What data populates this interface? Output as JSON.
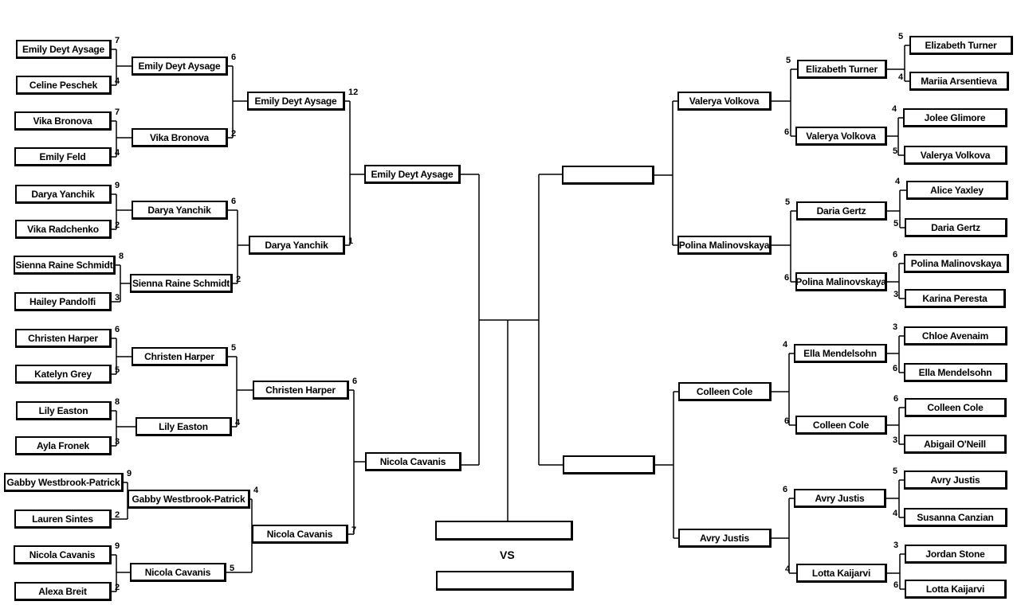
{
  "bracket": {
    "left": {
      "round1": [
        {
          "name": "Emily Deyt Aysage",
          "score": "7"
        },
        {
          "name": "Celine Peschek",
          "score": "4"
        },
        {
          "name": "Vika Bronova",
          "score": "7"
        },
        {
          "name": "Emily Feld",
          "score": "4"
        },
        {
          "name": "Darya Yanchik",
          "score": "9"
        },
        {
          "name": "Vika Radchenko",
          "score": "2"
        },
        {
          "name": "Sienna Raine Schmidt",
          "score": "8"
        },
        {
          "name": "Hailey Pandolfi",
          "score": "3"
        },
        {
          "name": "Christen Harper",
          "score": "6"
        },
        {
          "name": "Katelyn Grey",
          "score": "5"
        },
        {
          "name": "Lily Easton",
          "score": "8"
        },
        {
          "name": "Ayla Fronek",
          "score": "3"
        },
        {
          "name": "Gabby Westbrook-Patrick",
          "score": "9"
        },
        {
          "name": "Lauren Sintes",
          "score": "2"
        },
        {
          "name": "Nicola Cavanis",
          "score": "9"
        },
        {
          "name": "Alexa Breit",
          "score": "2"
        }
      ],
      "round2": [
        {
          "name": "Emily Deyt Aysage",
          "score": "6"
        },
        {
          "name": "Vika Bronova",
          "score": "2"
        },
        {
          "name": "Darya Yanchik",
          "score": "6"
        },
        {
          "name": "Sienna Raine Schmidt",
          "score": "2"
        },
        {
          "name": "Christen Harper",
          "score": "5"
        },
        {
          "name": "Lily Easton",
          "score": "4"
        },
        {
          "name": "Gabby Westbrook-Patrick",
          "score": "4"
        },
        {
          "name": "Nicola Cavanis",
          "score": "5"
        }
      ],
      "round3": [
        {
          "name": "Emily Deyt Aysage",
          "score": "12"
        },
        {
          "name": "Darya Yanchik",
          "score": "1"
        },
        {
          "name": "Christen Harper",
          "score": "6"
        },
        {
          "name": "Nicola Cavanis",
          "score": "7"
        }
      ],
      "round4": [
        {
          "name": "Emily Deyt Aysage",
          "score": ""
        },
        {
          "name": "Nicola Cavanis",
          "score": ""
        }
      ]
    },
    "right": {
      "round1": [
        {
          "name": "Elizabeth Turner",
          "score": "5"
        },
        {
          "name": "Mariia Arsentieva",
          "score": "4"
        },
        {
          "name": "Jolee Glimore",
          "score": "4"
        },
        {
          "name": "Valerya Volkova",
          "score": "5"
        },
        {
          "name": "Alice Yaxley",
          "score": "4"
        },
        {
          "name": "Daria Gertz",
          "score": "5"
        },
        {
          "name": "Polina Malinovskaya",
          "score": "6"
        },
        {
          "name": "Karina Peresta",
          "score": "3"
        },
        {
          "name": "Chloe Avenaim",
          "score": "3"
        },
        {
          "name": "Ella Mendelsohn",
          "score": "6"
        },
        {
          "name": "Colleen Cole",
          "score": "6"
        },
        {
          "name": "Abigail O'Neill",
          "score": "3"
        },
        {
          "name": "Avry Justis",
          "score": "5"
        },
        {
          "name": "Susanna Canzian",
          "score": "4"
        },
        {
          "name": "Jordan Stone",
          "score": "3"
        },
        {
          "name": "Lotta Kaijarvi",
          "score": "6"
        }
      ],
      "round2": [
        {
          "name": "Elizabeth Turner",
          "score": "5"
        },
        {
          "name": "Valerya Volkova",
          "score": "6"
        },
        {
          "name": "Daria Gertz",
          "score": "5"
        },
        {
          "name": "Polina Malinovskaya",
          "score": "6"
        },
        {
          "name": "Ella Mendelsohn",
          "score": "4"
        },
        {
          "name": "Colleen Cole",
          "score": "6"
        },
        {
          "name": "Avry Justis",
          "score": "6"
        },
        {
          "name": "Lotta Kaijarvi",
          "score": "4"
        }
      ],
      "round3": [
        {
          "name": "Valerya Volkova",
          "score": ""
        },
        {
          "name": "Polina Malinovskaya",
          "score": ""
        },
        {
          "name": "Colleen Cole",
          "score": ""
        },
        {
          "name": "Avry Justis",
          "score": ""
        }
      ],
      "round4": [
        {
          "name": "",
          "score": ""
        },
        {
          "name": "",
          "score": ""
        }
      ]
    },
    "final": {
      "top": "",
      "vs_label": "VS",
      "bottom": ""
    }
  }
}
